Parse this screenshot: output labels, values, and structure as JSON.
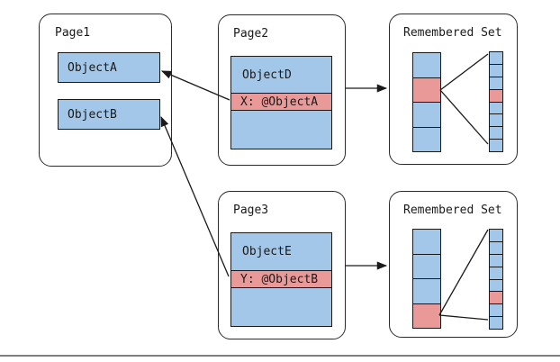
{
  "colors": {
    "object_blue": "#a3c7e8",
    "highlight_pink": "#ea9999",
    "line": "#1a1a1a",
    "divider": "#7f7f7f"
  },
  "pages": {
    "page1": {
      "title": "Page1",
      "objects": [
        {
          "label": "ObjectA"
        },
        {
          "label": "ObjectB"
        }
      ]
    },
    "page2": {
      "title": "Page2",
      "object_name": "ObjectD",
      "field": "X: @ObjectA"
    },
    "page3": {
      "title": "Page3",
      "object_name": "ObjectE",
      "field": "Y: @ObjectB"
    }
  },
  "remembered_sets": {
    "top": {
      "title": "Remembered Set",
      "coarse_cells": [
        "blue",
        "pink",
        "blue",
        "blue"
      ],
      "fine_cells": [
        "blue",
        "blue",
        "blue",
        "pink",
        "blue",
        "blue",
        "blue",
        "blue"
      ]
    },
    "bottom": {
      "title": "Remembered Set",
      "coarse_cells": [
        "blue",
        "blue",
        "blue",
        "pink"
      ],
      "fine_cells": [
        "blue",
        "blue",
        "blue",
        "blue",
        "blue",
        "pink",
        "blue",
        "blue"
      ]
    }
  }
}
